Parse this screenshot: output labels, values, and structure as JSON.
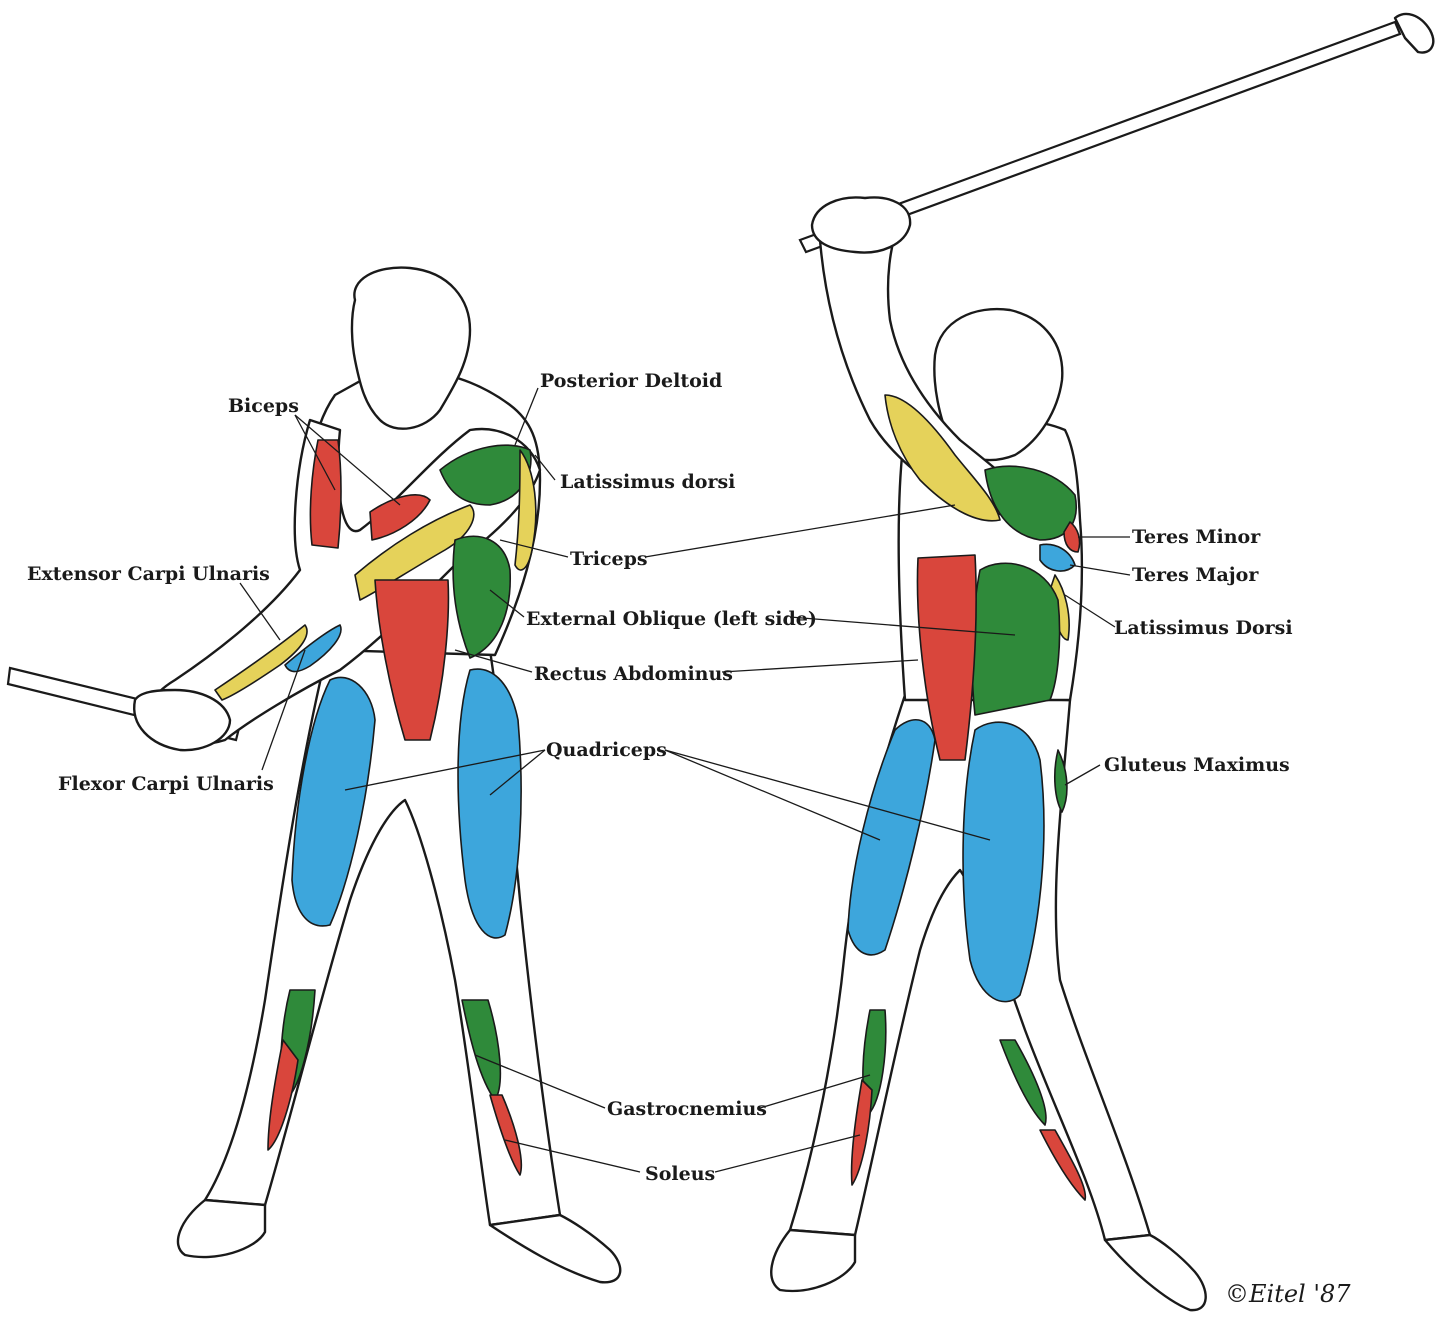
{
  "colors": {
    "red": "#d9463c",
    "blue": "#3da6dc",
    "green": "#2f8a3a",
    "yellow": "#e5d25a",
    "outline": "#1a1a1a",
    "background": "#ffffff"
  },
  "labels": {
    "biceps": "Biceps",
    "posterior_deltoid": "Posterior Deltoid",
    "latissimus_dorsi_left": "Latissimus dorsi",
    "triceps": "Triceps",
    "extensor_carpi_ulnaris": "Extensor Carpi Ulnaris",
    "external_oblique": "External Oblique (left side)",
    "rectus_abdominus": "Rectus Abdominus",
    "quadriceps": "Quadriceps",
    "flexor_carpi_ulnaris": "Flexor Carpi Ulnaris",
    "teres_minor": "Teres Minor",
    "teres_major": "Teres Major",
    "latissimus_dorsi_right": "Latissimus Dorsi",
    "gluteus_maximus": "Gluteus Maximus",
    "gastrocnemius": "Gastrocnemius",
    "soleus": "Soleus"
  },
  "signature": "©Eitel '87"
}
